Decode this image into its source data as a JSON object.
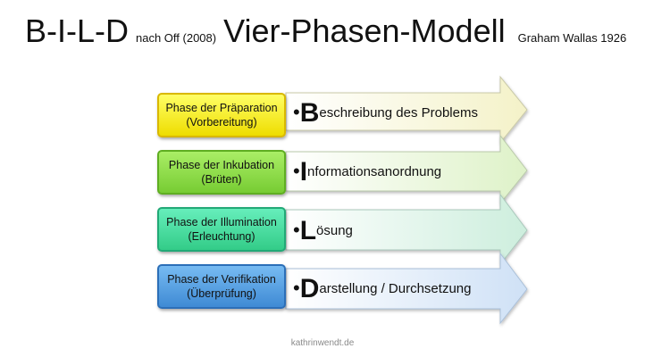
{
  "title": {
    "main_left": "B-I-L-D",
    "source": "nach Off (2008)",
    "main_right": "Vier-Phasen-Modell",
    "author": "Graham Wallas 1926"
  },
  "rows": [
    {
      "phase_line1": "Phase der Präparation",
      "phase_line2": "(Vorbereitung)",
      "bullet": "•",
      "initial": "B",
      "rest": "eschreibung des Problems"
    },
    {
      "phase_line1": "Phase der Inkubation",
      "phase_line2": "(Brüten)",
      "bullet": "•",
      "initial": "I",
      "rest": "nformationsanordnung"
    },
    {
      "phase_line1": "Phase der Illumination",
      "phase_line2": "(Erleuchtung)",
      "bullet": "•",
      "initial": "L",
      "rest": "ösung"
    },
    {
      "phase_line1": "Phase der Verifikation",
      "phase_line2": "(Überprüfung)",
      "bullet": "•",
      "initial": "D",
      "rest": "arstellung / Durchsetzung"
    }
  ],
  "colors": {
    "arrow_fills": [
      "#fbfbe6",
      "#f1f9e6",
      "#e9f8f1",
      "#e8f1fb"
    ],
    "arrow_strokes": [
      "#c9c9a8",
      "#b9c9aa",
      "#a9c8bb",
      "#a9bfd8"
    ]
  },
  "footer": "kathrinwendt.de"
}
